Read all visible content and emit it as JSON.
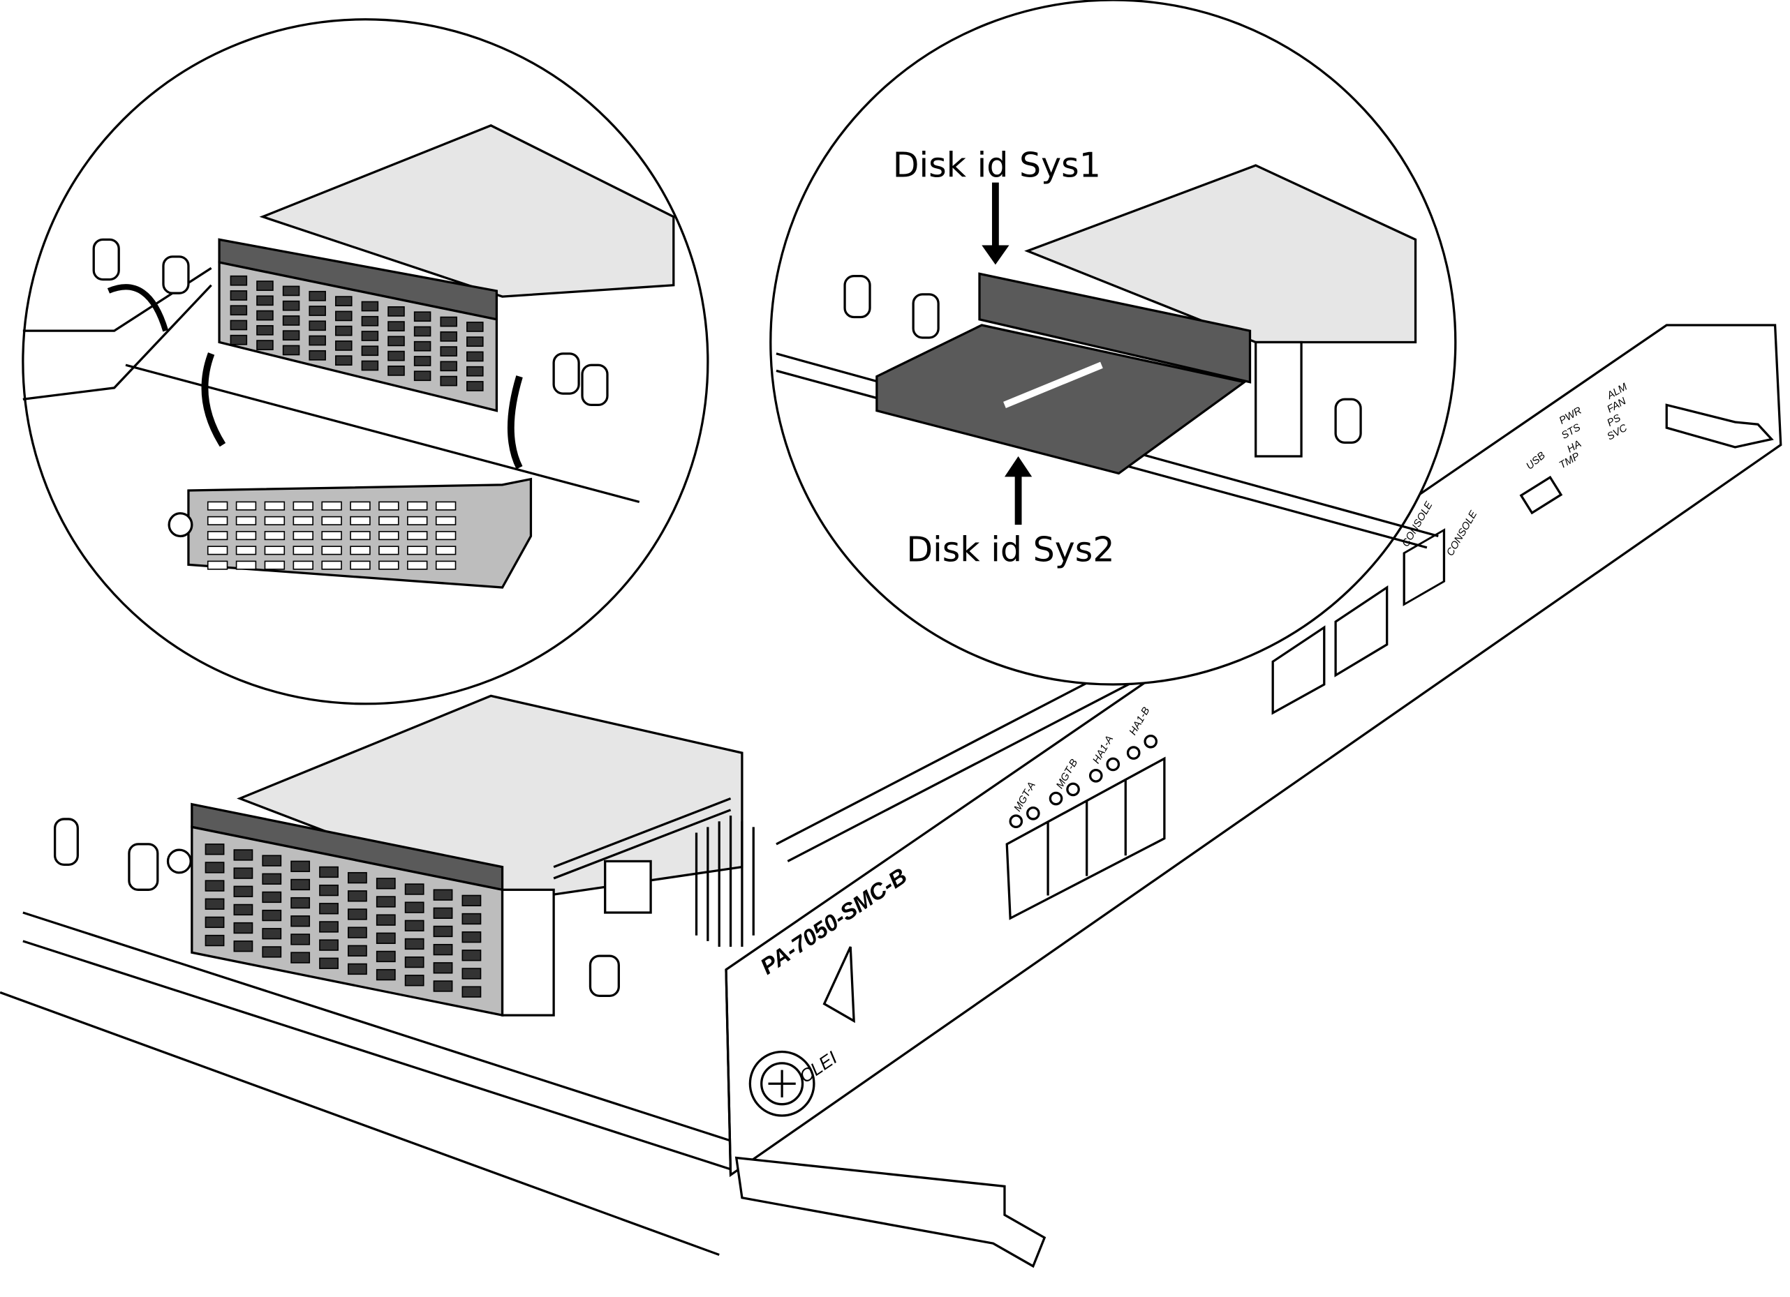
{
  "callouts": {
    "sys1": "Disk id Sys1",
    "sys2": "Disk id Sys2"
  },
  "panel": {
    "model": "PA-7050-SMC-B",
    "clei": "CLEI",
    "ports": [
      "MGT-A",
      "MGT-B",
      "HA1-A",
      "HA1-B"
    ],
    "console_labels": [
      "CONSOLE",
      "CONSOLE"
    ],
    "usb": "USB",
    "leds_left": [
      "PWR",
      "STS",
      "HA",
      "TMP"
    ],
    "leds_right": [
      "ALM",
      "FAN",
      "PS",
      "SVC"
    ]
  },
  "colors": {
    "drive_dark": "#5a5a5a",
    "grille": "#bdbdbd",
    "drive_top": "#e6e6e6"
  }
}
